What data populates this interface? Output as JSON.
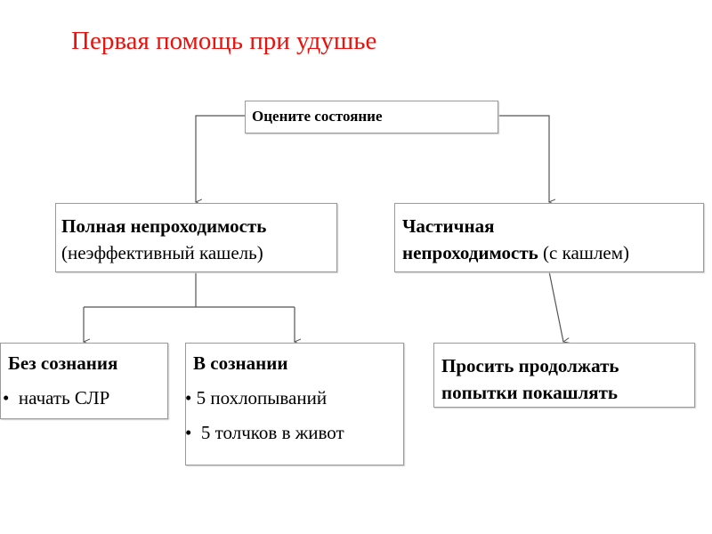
{
  "title": "Первая помощь при удушье",
  "colors": {
    "title": "#e8130f",
    "border": "#9a9a9a",
    "line": "#555555"
  },
  "nodes": {
    "assess": "Оцените состояние",
    "complete": {
      "bold": "Полная непроходимость",
      "normal": "(неэффективный кашель)"
    },
    "partial": {
      "bold_line1": "Частичная",
      "bold_line2": "непроходимость",
      "normal": " (с кашлем)"
    },
    "unconscious": {
      "heading": "Без сознания",
      "items": [
        "начать СЛР"
      ]
    },
    "conscious": {
      "heading": "В сознании",
      "items": [
        "5 похлопываний",
        "5 толчков в живот"
      ]
    },
    "cough": {
      "line1": "Просить продолжать",
      "line2": "попытки покашлять"
    }
  },
  "bullet": "•"
}
